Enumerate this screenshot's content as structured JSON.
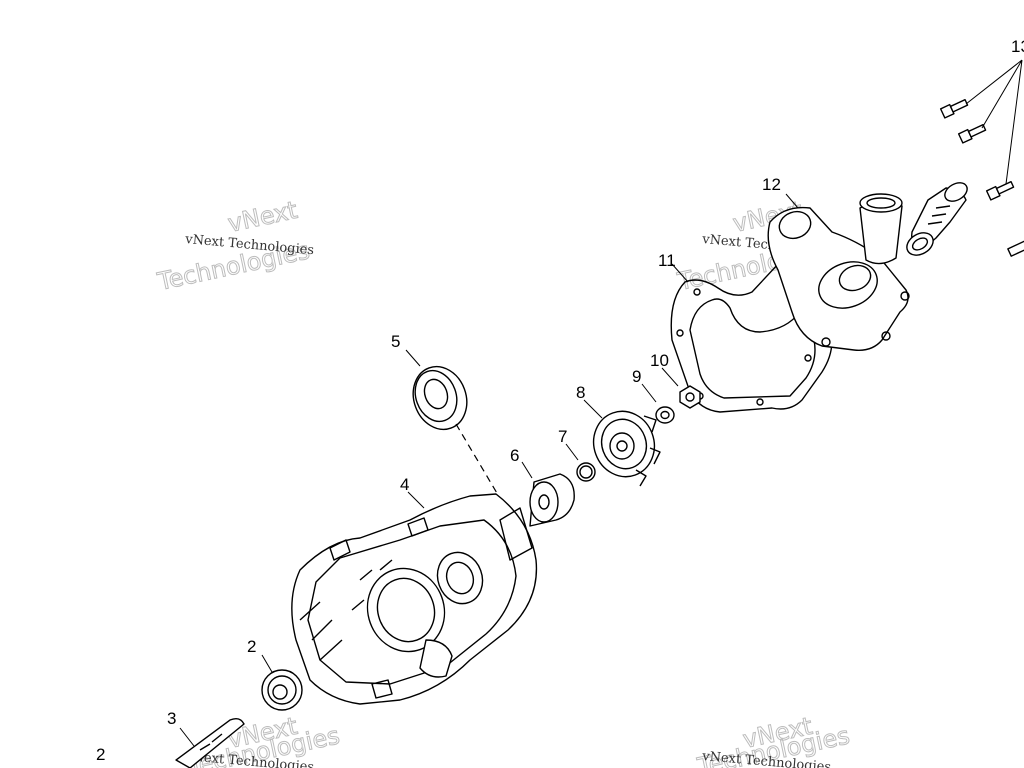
{
  "callouts": {
    "c2a": "2",
    "c2b": "2",
    "c3": "3",
    "c4": "4",
    "c5": "5",
    "c6": "6",
    "c7": "7",
    "c8": "8",
    "c9": "9",
    "c10": "10",
    "c11": "11",
    "c12": "12",
    "c13": "13"
  },
  "watermark": {
    "line1": "vNext Technologies",
    "big1": "vNext",
    "big2": "Technologies"
  }
}
